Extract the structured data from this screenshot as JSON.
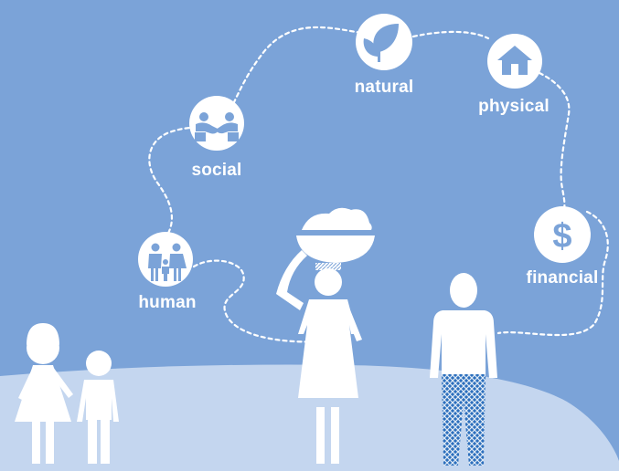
{
  "capitals": [
    {
      "key": "human",
      "label": "human",
      "icon": "family-icon"
    },
    {
      "key": "social",
      "label": "social",
      "icon": "handshake-icon"
    },
    {
      "key": "natural",
      "label": "natural",
      "icon": "leaf-icon"
    },
    {
      "key": "physical",
      "label": "physical",
      "icon": "house-icon"
    },
    {
      "key": "financial",
      "label": "financial",
      "icon": "dollar-icon"
    }
  ],
  "colors": {
    "background": "#7ba3d8",
    "ground": "#c4d6ef",
    "figure": "#ffffff",
    "icon": "#7ba3d8",
    "dots": "#ffffff",
    "jeans": "#2c6fbd"
  }
}
